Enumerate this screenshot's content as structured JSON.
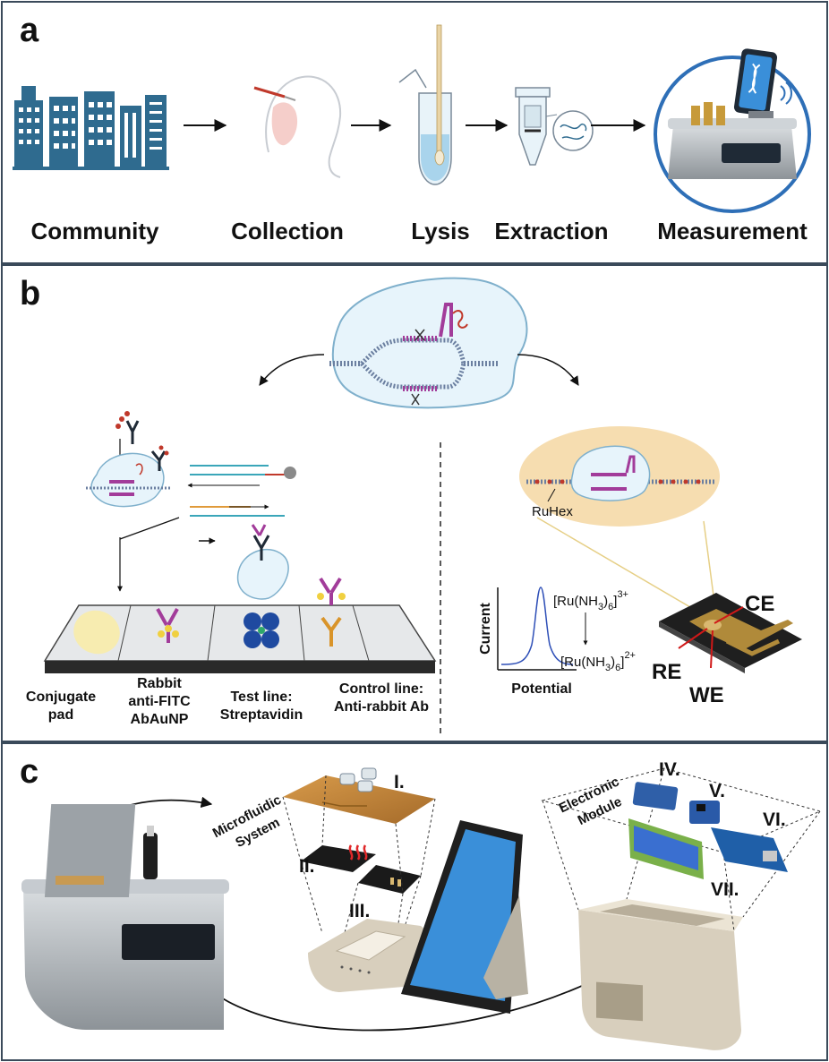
{
  "panel_a": {
    "letter": "a",
    "steps": [
      "Community",
      "Collection",
      "Lysis",
      "Extraction",
      "Measurement"
    ]
  },
  "panel_b": {
    "letter": "b",
    "ruhex_label": "RuHex",
    "strip_labels": {
      "conjugate_1": "Conjugate",
      "conjugate_2": "pad",
      "rabbit_1": "Rabbit",
      "rabbit_2": "anti-FITC",
      "rabbit_3": "AbAuNP",
      "test_1": "Test line:",
      "test_2": "Streptavidin",
      "control_1": "Control line:",
      "control_2": "Anti-rabbit Ab"
    },
    "plot": {
      "ylabel": "Current",
      "xlabel": "Potential"
    },
    "redox": {
      "top_base": "[Ru(NH",
      "top_sub1": "3",
      "top_mid": ")",
      "top_sub2": "6",
      "top_end": "]",
      "top_charge": "3+",
      "bottom_base": "[Ru(NH",
      "bottom_sub1": "3",
      "bottom_mid": ")",
      "bottom_sub2": "6",
      "bottom_end": "]",
      "bottom_charge": "2+"
    },
    "electrodes": {
      "ce": "CE",
      "re": "RE",
      "we": "WE"
    }
  },
  "panel_c": {
    "letter": "c",
    "microfluidic_1": "Microfluidic",
    "microfluidic_2": "System",
    "electronic_1": "Electronic",
    "electronic_2": "Module",
    "numerals": {
      "i": "I.",
      "ii": "II.",
      "iii": "III.",
      "iv": "IV.",
      "v": "V.",
      "vi": "VI.",
      "vii": "VII."
    }
  },
  "colors": {
    "border": "#3a4a5a",
    "building": "#2f6b8f",
    "phone_screen": "#3a8fd9",
    "gold": "#c79a3a",
    "oval": "#f6ddb0",
    "cas_outline": "#7fb0cc",
    "magenta": "#a23c9a",
    "teal": "#3aa6b9",
    "device_grey": "#a9aeb2",
    "beige": "#d8cfbd"
  }
}
